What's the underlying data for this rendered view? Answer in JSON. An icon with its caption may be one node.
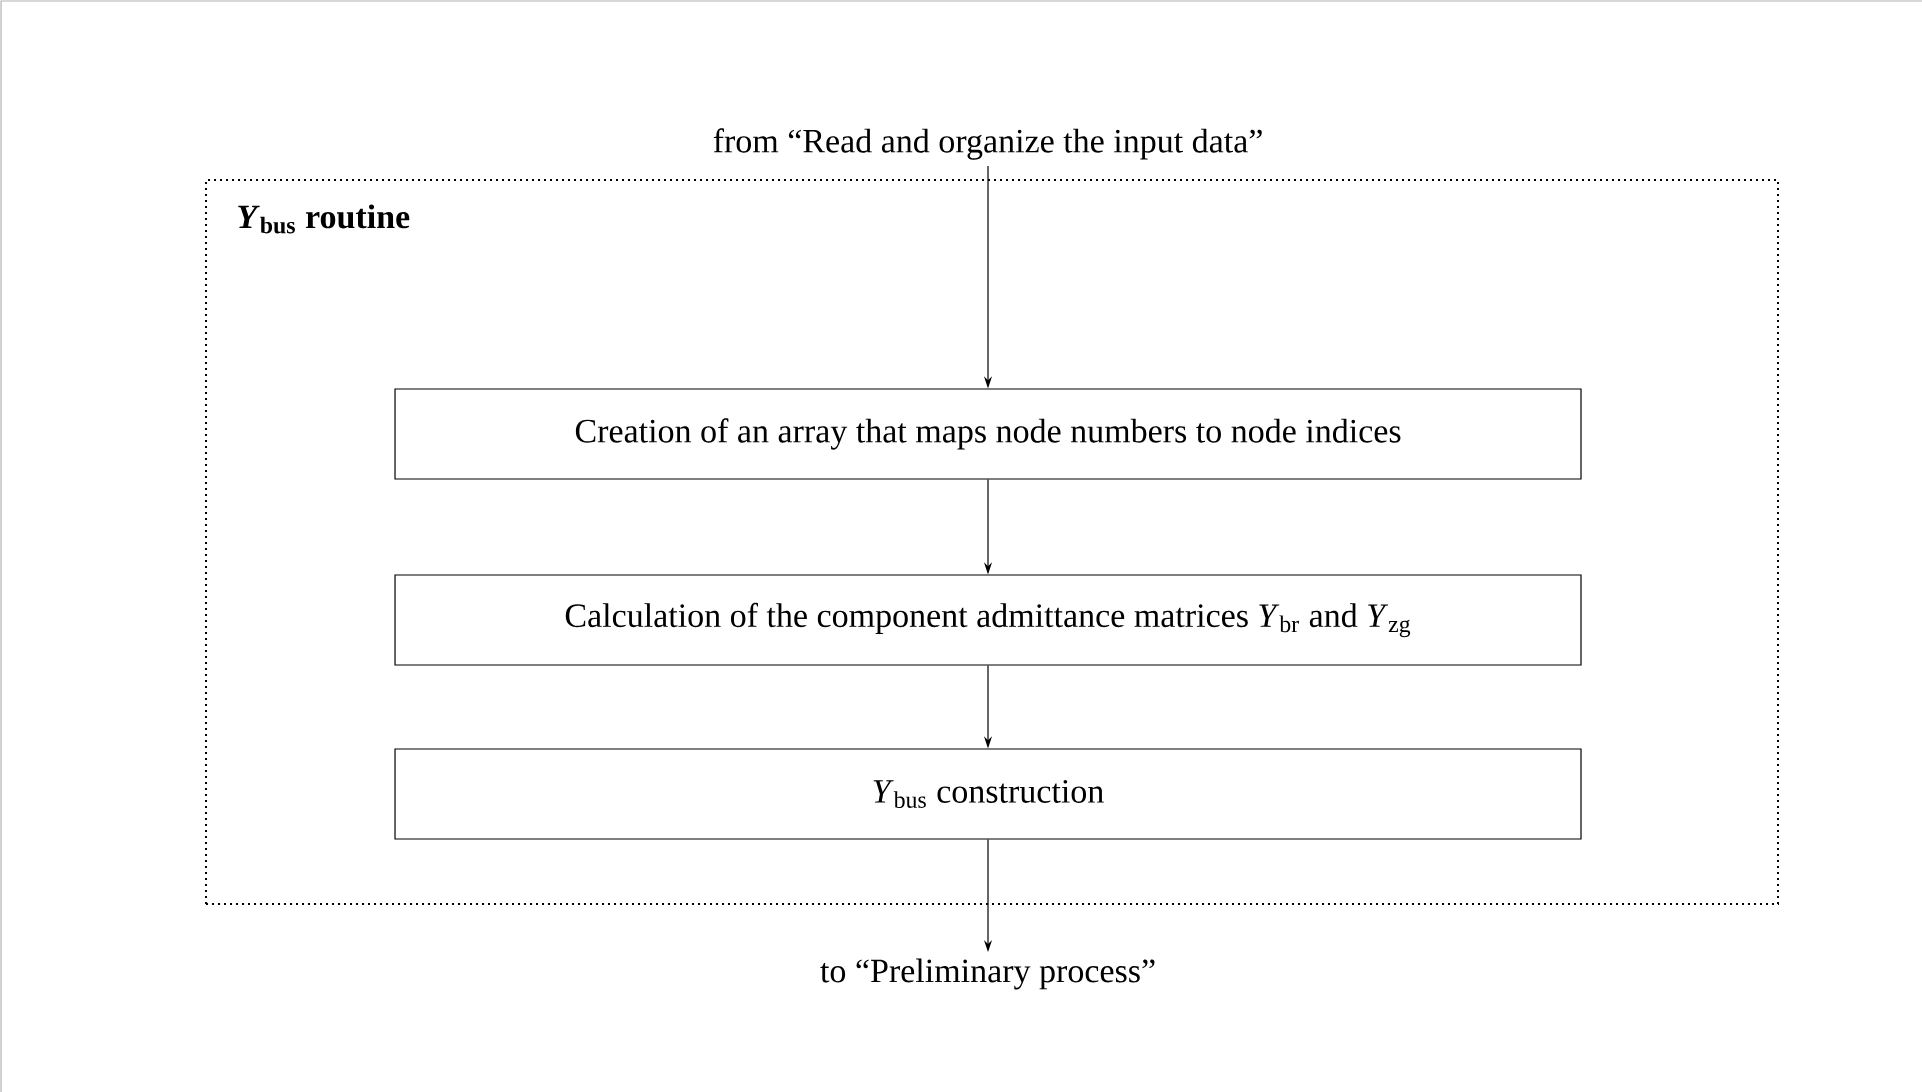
{
  "diagram": {
    "nodes": [
      {
        "text": [
          "from “Read and organize the input data”"
        ]
      },
      {
        "text": [
          "*Y*$_{bus}$ routine"
        ]
      },
      {
        "text": [
          "Creation of an array that maps node numbers to node indices"
        ],
        "in": 1
      },
      {
        "text": [
          "Calculation of the component admittance matrices *Y*$_{br}$ and *Y*$_{zg}$"
        ],
        "in": 1
      },
      {
        "text": [
          "*Y*$_{bus}$ construction"
        ],
        "in": 1
      },
      {
        "text": [
          "to “Preliminary process”"
        ]
      }
    ],
    "edges": [
      {
        "from": 0,
        "to": 2,
        "arrow": "to"
      },
      {
        "from": 2,
        "to": 3,
        "arrow": "to"
      },
      {
        "from": 3,
        "to": 4,
        "arrow": "to"
      },
      {
        "from": 4,
        "to": 5,
        "arrow": "to"
      }
    ]
  }
}
